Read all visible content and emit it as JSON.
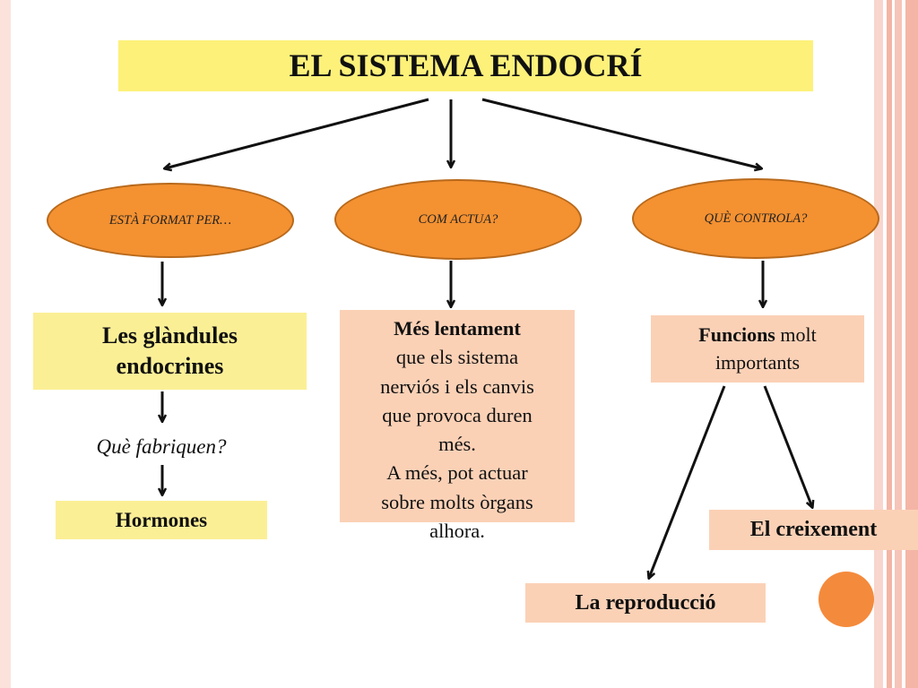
{
  "title": "EL SISTEMA ENDOCRÍ",
  "questions": {
    "formed_by": "ESTÀ FORMAT PER…",
    "how_it_acts": "COM ACTUA?",
    "what_it_controls": "QUÈ CONTROLA?"
  },
  "glands": {
    "label": "Les glàndules endocrines",
    "question": "Què fabriquen?",
    "answer": "Hormones"
  },
  "action": {
    "bold_text": "Més lentament",
    "line_1": "que els sistema",
    "line_2": "nerviós i els canvis",
    "line_3": "que provoca duren",
    "line_4": "més.",
    "line_5": "A més, pot actuar",
    "line_6": "sobre molts òrgans",
    "line_7": "alhora."
  },
  "controls": {
    "bold_text": "Funcions",
    "rest_text": "molt",
    "line_2": "importants",
    "growth": "El creixement",
    "reproduction": "La reproducció"
  },
  "colors": {
    "title_bg": "#fdf17a",
    "oval_fill": "#f49131",
    "yellow_box": "#fbef96",
    "peach_box": "#fbd1b6",
    "stripe": "#f4b5a6"
  }
}
